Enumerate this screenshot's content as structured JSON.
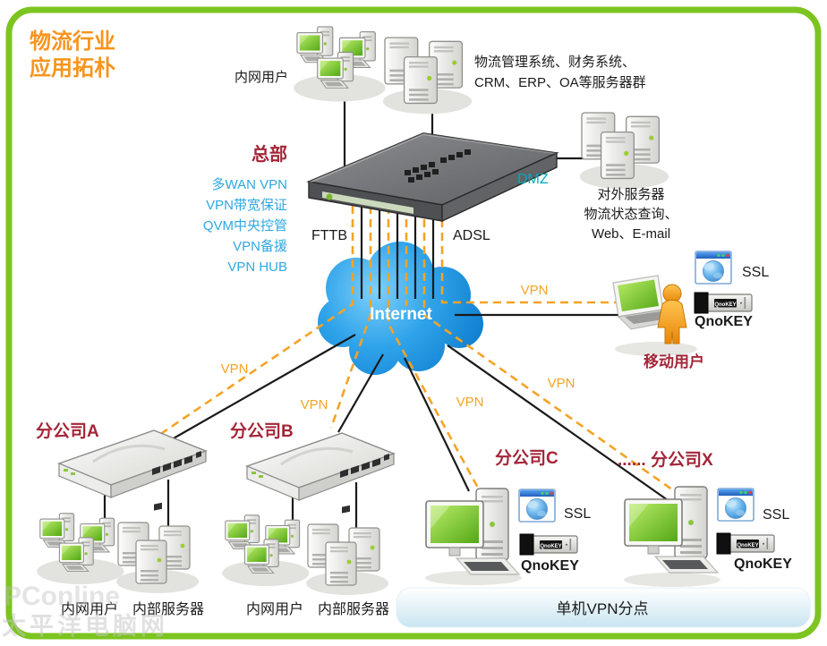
{
  "title": {
    "line1": "物流行业",
    "line2": "应用拓朴"
  },
  "colors": {
    "frame_green": "#7CC420",
    "title_orange": "#F7941D",
    "label_red": "#A32638",
    "feature_blue": "#2EA8E0",
    "dmz_teal": "#00AABE",
    "vpn_orange": "#F5A326",
    "cloud_blue": "#2FA3EA"
  },
  "hq": {
    "label": "总部",
    "features": [
      "多WAN VPN",
      "VPN带宽保证",
      "QVM中央控管",
      "VPN备援",
      "VPN HUB"
    ],
    "intranet_users": "内网用户",
    "servers_line1": "物流管理系统、财务系统、",
    "servers_line2": "CRM、ERP、OA等服务器群",
    "fttb": "FTTB",
    "adsl": "ADSL",
    "dmz": "DMZ",
    "dmz_servers_line1": "对外服务器",
    "dmz_servers_line2": "物流状态查询、",
    "dmz_servers_line3": "Web、E-mail"
  },
  "internet": {
    "label": "Internet"
  },
  "vpn_labels": [
    "VPN",
    "VPN",
    "VPN",
    "VPN",
    "VPN"
  ],
  "qnokey_badge": "QnoKEY",
  "mobile": {
    "label": "移动用户",
    "ssl": "SSL",
    "qnokey": "QnoKEY"
  },
  "branch_a": {
    "label": "分公司A",
    "users": "内网用户",
    "servers": "内部服务器"
  },
  "branch_b": {
    "label": "分公司B",
    "users": "内网用户",
    "servers": "内部服务器"
  },
  "branch_c": {
    "label": "分公司C",
    "ssl": "SSL",
    "qnokey": "QnoKEY"
  },
  "branch_x": {
    "label": "...... 分公司X",
    "ssl": "SSL",
    "qnokey": "QnoKEY"
  },
  "footer": {
    "single_vpn": "单机VPN分点"
  },
  "watermark": {
    "line1": "PConline",
    "line2": "太平洋电脑网"
  }
}
